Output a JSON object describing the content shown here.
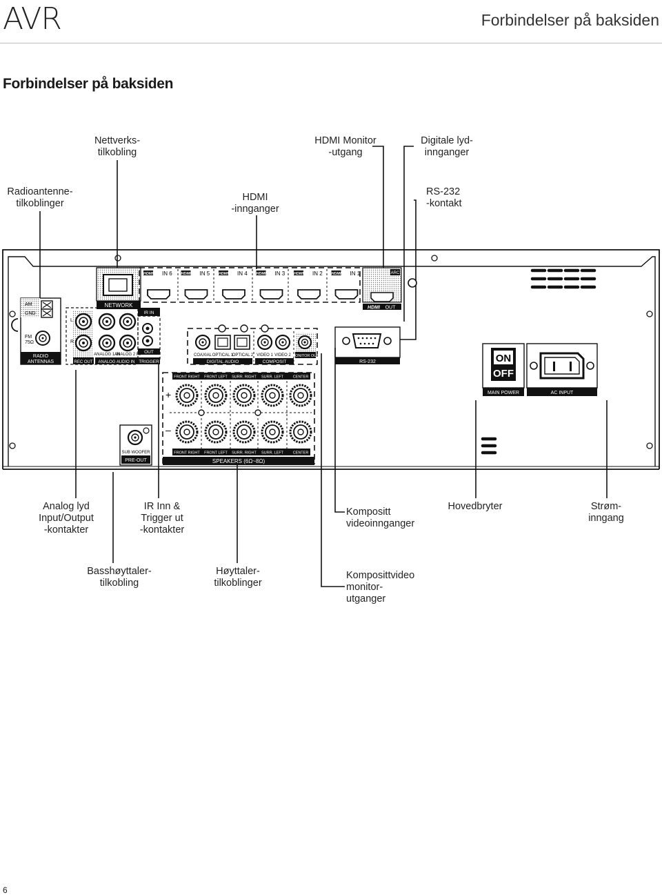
{
  "header": {
    "brand": "AVR",
    "title": "Forbindelser på baksiden"
  },
  "section_title": "Forbindelser på baksiden",
  "callouts": {
    "network": [
      "Nettverks-",
      "tilkobling"
    ],
    "hdmi_monitor": [
      "HDMI Monitor",
      "-utgang"
    ],
    "digital_audio": [
      "Digitale lyd-",
      "innganger"
    ],
    "radio_antenna": [
      "Radioantenne-",
      "tilkoblinger"
    ],
    "hdmi_inputs": [
      "HDMI",
      "-innganger"
    ],
    "rs232": [
      "RS-232",
      "-kontakt"
    ],
    "analog_audio": [
      "Analog lyd",
      "Input/Output",
      "-kontakter"
    ],
    "ir_trigger": [
      "IR Inn &",
      "Trigger ut",
      "-kontakter"
    ],
    "composite_in": [
      "Kompositt",
      "videoinnganger"
    ],
    "main_power": [
      "Hovedbryter"
    ],
    "ac_input": [
      "Strøm-",
      "inngang"
    ],
    "subwoofer": [
      "Basshøyttaler-",
      "tilkobling"
    ],
    "speakers": [
      "Høyttaler-",
      "tilkoblinger"
    ],
    "composite_out": [
      "Komposittvideo",
      "monitor-",
      "utganger"
    ]
  },
  "panel": {
    "hdmi_inputs": [
      "IN 6",
      "IN 5",
      "IN 4",
      "IN 3",
      "IN 2",
      "IN 1"
    ],
    "hdmi_logo": "HDMI",
    "hdmi_out": "OUT",
    "arc": "ARC",
    "network": "NETWORK",
    "am": "AM",
    "gnd": "GND",
    "fm": "FM",
    "fm_ohm": "75Ω",
    "radio_antennas": [
      "RADIO",
      "ANTENNAS"
    ],
    "channel_l": "L",
    "channel_r": "R",
    "analog1_in": "ANALOG 1 IN",
    "analog2_in": "ANALOG 2 IN",
    "rec_out": "REC OUT",
    "analog_audio_in": "ANALOG AUDIO IN",
    "ir_in": "IR IN",
    "trigger_out": "OUT",
    "trigger": "TRIGGER",
    "coaxial": "COAXIAL",
    "optical1": "OPTICAL 1",
    "optical2": "OPTICAL 2",
    "digital_audio": "DIGITAL AUDIO",
    "video1": "VIDEO 1",
    "video2": "VIDEO 2",
    "monitor_out": "MONITOR OUT",
    "composite": "COMPOSIT",
    "rs232": "RS-232",
    "on": "ON",
    "off": "OFF",
    "main_power": "MAIN POWER",
    "ac_input": "AC INPUT",
    "speaker_channels": [
      "FRONT RIGHT",
      "FRONT LEFT",
      "SURR. RIGHT",
      "SURR. LEFT",
      "CENTER"
    ],
    "plus": "+",
    "minus": "–",
    "sub_woofer": "SUB WOOFER",
    "pre_out": "PRE-OUT",
    "speakers": "SPEAKERS (6Ω~8Ω)"
  },
  "page_number": "6"
}
